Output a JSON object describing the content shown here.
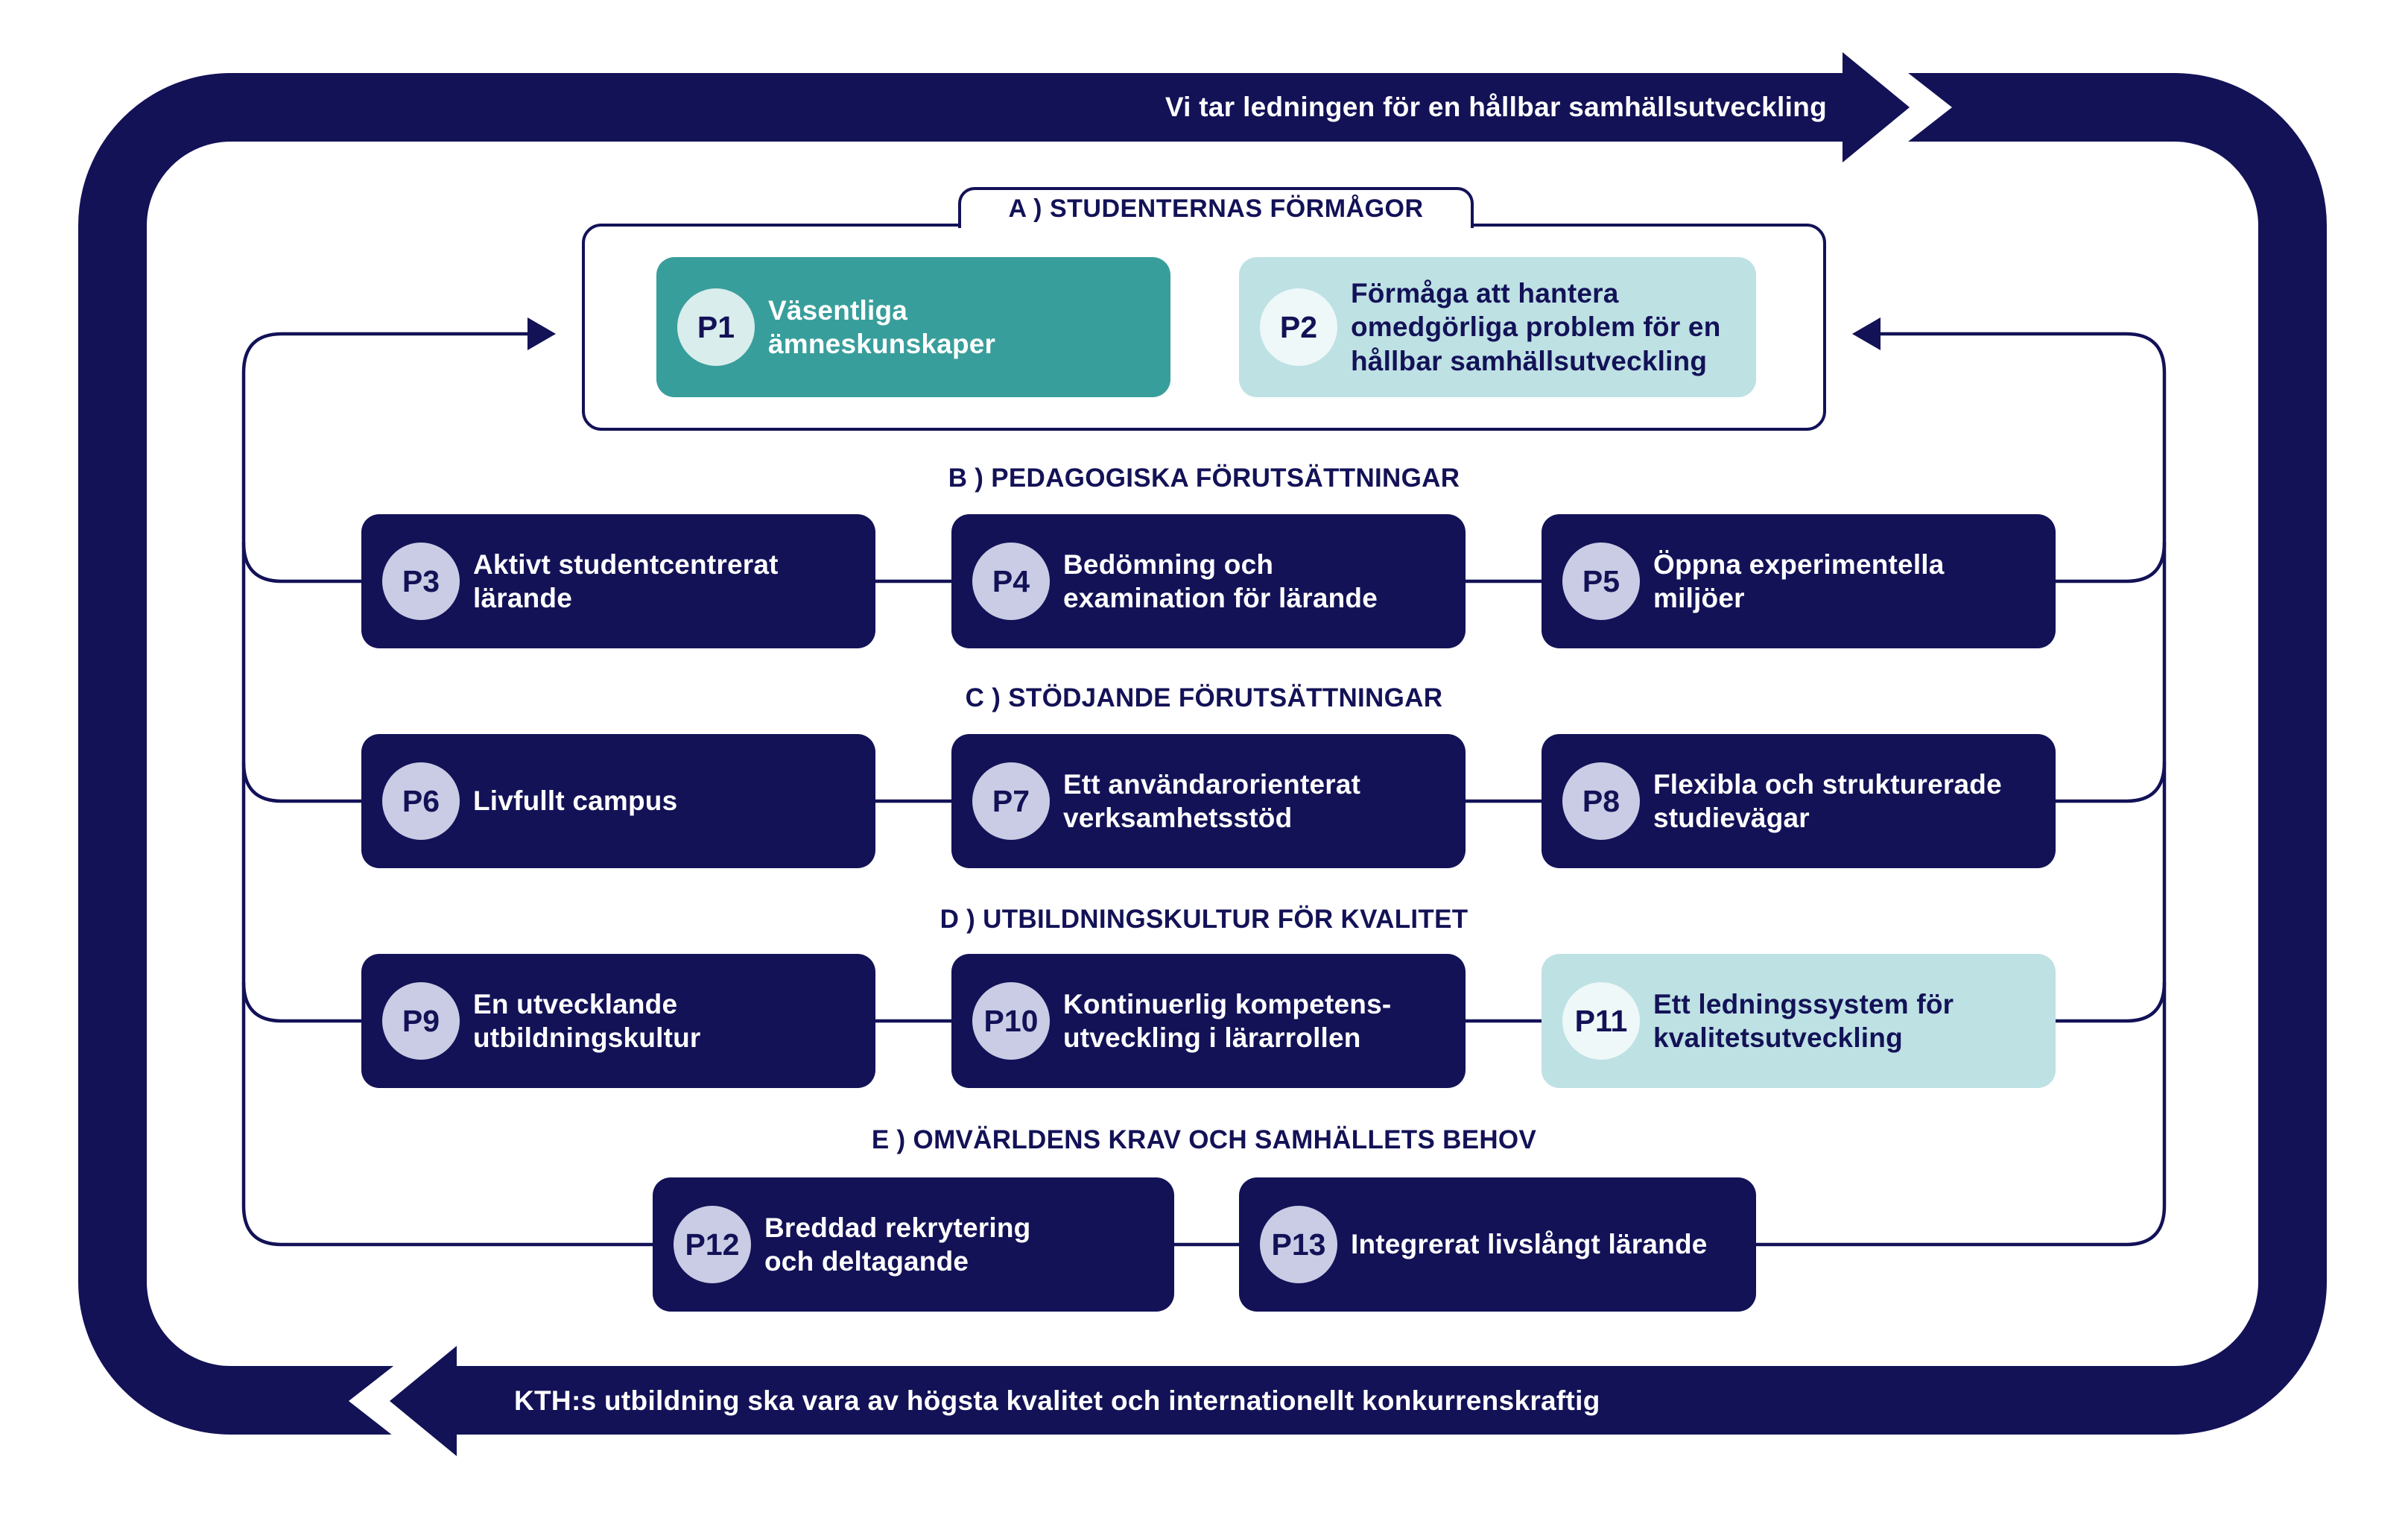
{
  "colors": {
    "navy": "#131257",
    "teal": "#389e9b",
    "light_cyan": "#bee1e4",
    "circle_lavender": "#c9cce4",
    "circle_light_teal": "#d9edec",
    "circle_light_cyan": "#eef8f8",
    "white": "#ffffff"
  },
  "top_banner": {
    "text": "Vi tar ledningen för en hållbar samhällsutveckling",
    "arrow_direction": "right"
  },
  "bottom_banner": {
    "text": "KTH:s utbildning ska vara av högsta kvalitet och internationellt konkurrenskraftig",
    "arrow_direction": "left"
  },
  "sections": [
    {
      "id": "A",
      "label": "A )  STUDENTERNAS FÖRMÅGOR"
    },
    {
      "id": "B",
      "label": "B )  PEDAGOGISKA FÖRUTSÄTTNINGAR"
    },
    {
      "id": "C",
      "label": "C )  STÖDJANDE FÖRUTSÄTTNINGAR"
    },
    {
      "id": "D",
      "label": "D )  UTBILDNINGSKULTUR FÖR KVALITET"
    },
    {
      "id": "E",
      "label": "E )  OMVÄRLDENS KRAV OCH SAMHÄLLETS BEHOV"
    }
  ],
  "cards": [
    {
      "id": "P1",
      "text": "Väsentliga\nämneskunskaper",
      "style": "teal"
    },
    {
      "id": "P2",
      "text": "Förmåga att hantera\nomedgörliga problem för en\nhållbar samhällsutveckling",
      "style": "cyan"
    },
    {
      "id": "P3",
      "text": "Aktivt studentcentrerat\nlärande",
      "style": "navy"
    },
    {
      "id": "P4",
      "text": "Bedömning och\nexamination för lärande",
      "style": "navy"
    },
    {
      "id": "P5",
      "text": "Öppna experimentella\nmiljöer",
      "style": "navy"
    },
    {
      "id": "P6",
      "text": "Livfullt campus",
      "style": "navy"
    },
    {
      "id": "P7",
      "text": "Ett användarorienterat\nverksamhetsstöd",
      "style": "navy"
    },
    {
      "id": "P8",
      "text": "Flexibla och strukturerade\nstudievägar",
      "style": "navy"
    },
    {
      "id": "P9",
      "text": "En utvecklande\nutbildningskultur",
      "style": "navy"
    },
    {
      "id": "P10",
      "text": "Kontinuerlig kompetens-\nutveckling i lärarrollen",
      "style": "navy"
    },
    {
      "id": "P11",
      "text": "Ett ledningssystem för\nkvalitetsutveckling",
      "style": "cyan"
    },
    {
      "id": "P12",
      "text": "Breddad rekrytering\noch deltagande",
      "style": "navy"
    },
    {
      "id": "P13",
      "text": "Integrerat livslångt lärande",
      "style": "navy"
    }
  ]
}
